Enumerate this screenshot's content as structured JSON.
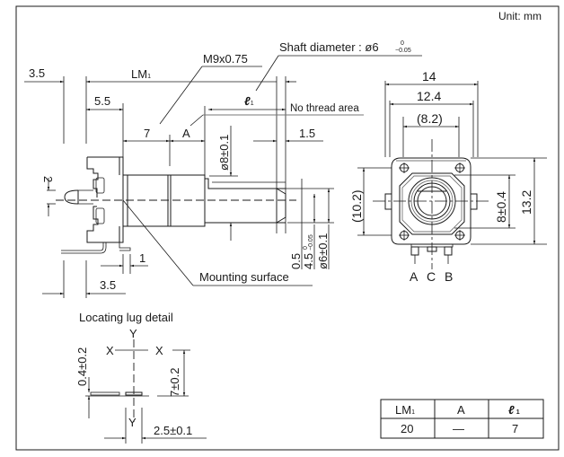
{
  "unit_label": "Unit: mm",
  "side_view": {
    "dim_3_5_top": "3.5",
    "dim_lm1": "LM",
    "dim_lm1_sub": "1",
    "dim_5_5": "5.5",
    "dim_7": "7",
    "dim_a": "A",
    "thread_callout": "M9x0.75",
    "dim_l1": "ℓ",
    "dim_l1_sub": "1",
    "shaft_callout": "Shaft diameter : ø6",
    "shaft_tol_upper": "0",
    "shaft_tol_lower": "−0.05",
    "no_thread_callout": "No thread area",
    "dim_1_5": "1.5",
    "dim_phi8": "ø8±0.1",
    "dim_2": "2",
    "dim_1": "1",
    "dim_3_5_bottom": "3.5",
    "dim_0_5": "0.5",
    "dim_4_5": "4.5",
    "dim_4_5_tol_upper": "0",
    "dim_4_5_tol_lower": "−0.05",
    "dim_phi6": "ø6±0.1",
    "mounting_callout": "Mounting surface"
  },
  "front_view": {
    "dim_14": "14",
    "dim_12_4": "12.4",
    "dim_8_2": "(8.2)",
    "dim_10_2": "(10.2)",
    "dim_8_04": "8±0.4",
    "dim_13_2": "13.2",
    "terminals": [
      "A",
      "C",
      "B"
    ]
  },
  "lug_detail": {
    "title": "Locating lug detail",
    "axis_y_top": "Y",
    "axis_y_bottom": "Y",
    "axis_x_left": "X",
    "axis_x_right": "X",
    "dim_0_4": "0.4±0.2",
    "dim_7": "7±0.2",
    "dim_2_5": "2.5±0.1"
  },
  "spec_table": {
    "headers": [
      {
        "main": "LM",
        "sub": "1"
      },
      {
        "main": "A",
        "sub": ""
      },
      {
        "main": "ℓ",
        "sub": "1"
      }
    ],
    "rows": [
      [
        "20",
        "—",
        "7"
      ]
    ]
  }
}
